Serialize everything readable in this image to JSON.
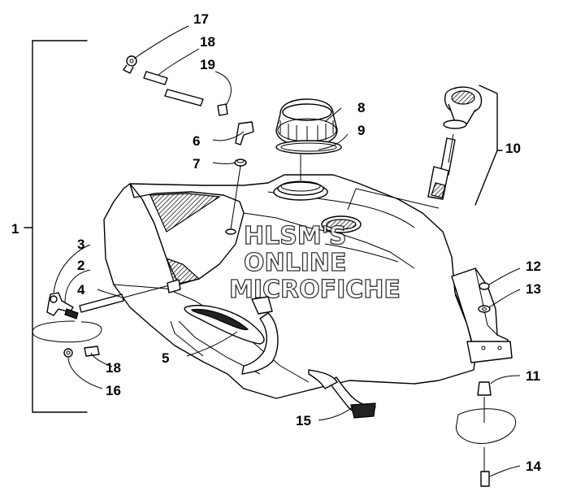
{
  "callouts": {
    "c1": "1",
    "c2": "2",
    "c3": "3",
    "c4": "4",
    "c5": "5",
    "c6": "6",
    "c7": "7",
    "c8": "8",
    "c9": "9",
    "c10": "10",
    "c11": "11",
    "c12": "12",
    "c13": "13",
    "c14": "14",
    "c15": "15",
    "c16": "16",
    "c17": "17",
    "c18a": "18",
    "c18b": "18",
    "c19": "19"
  },
  "watermark": {
    "line1": "HLSM'S",
    "line2": "ONLINE",
    "line3": "MICROFICHE"
  },
  "colors": {
    "ink": "#000000",
    "paper": "#ffffff"
  }
}
